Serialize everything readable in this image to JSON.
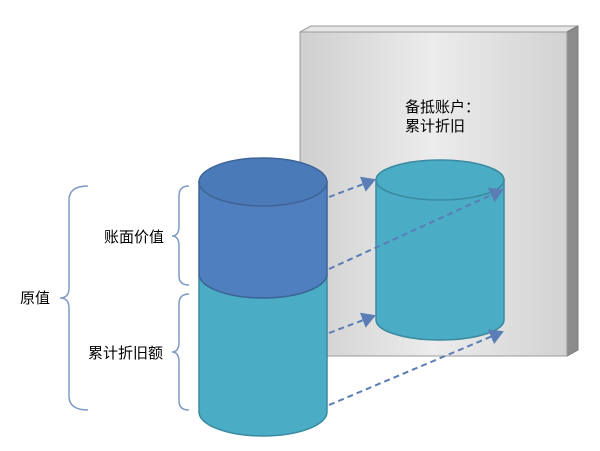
{
  "labels": {
    "original_value": "原值",
    "book_value": "账面价值",
    "accumulated_depreciation_amount": "累计折旧额",
    "contra_account_line1": "备抵账户：",
    "contra_account_line2": "累计折旧"
  },
  "colors": {
    "book_value_fill": "#4f7fbf",
    "book_value_top": "#4a7ab8",
    "accum_fill": "#4bacc6",
    "accum_stroke": "#3a8aa0",
    "cylinder_stroke": "#3d6496",
    "panel_fill": "#d9d9d9",
    "panel_dark": "#bfbfbf",
    "bracket": "#7f9bc4",
    "arrow": "#5a7db5"
  }
}
